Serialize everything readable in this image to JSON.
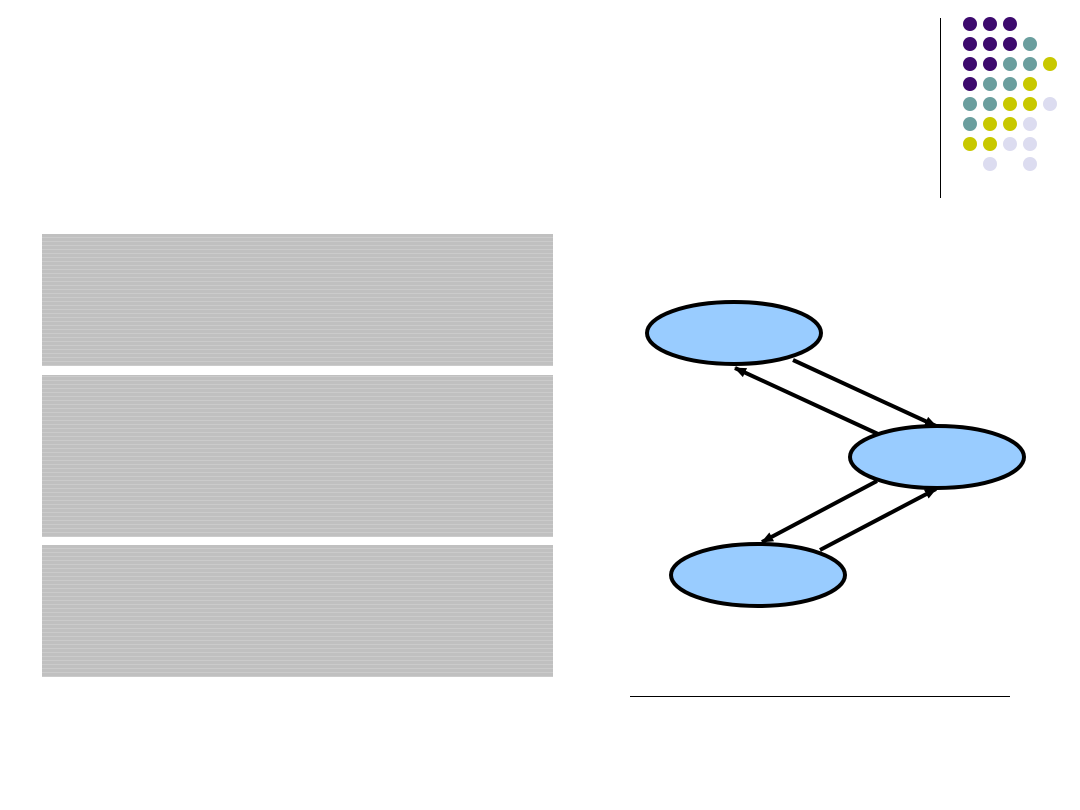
{
  "slide": {
    "title": "",
    "panels": [
      {
        "text": ""
      },
      {
        "text": ""
      },
      {
        "text": ""
      }
    ],
    "caption": ""
  },
  "diagram": {
    "nodes": [
      {
        "id": "top",
        "label": ""
      },
      {
        "id": "middle",
        "label": ""
      },
      {
        "id": "bottom",
        "label": ""
      }
    ],
    "node_fill": "#99ccff",
    "node_stroke": "#000000",
    "edges": [
      {
        "from": "top",
        "to": "middle"
      },
      {
        "from": "middle",
        "to": "top"
      },
      {
        "from": "middle",
        "to": "bottom"
      },
      {
        "from": "bottom",
        "to": "middle"
      }
    ]
  },
  "decoration": {
    "dot_colors": {
      "purple": "#3d0a6e",
      "teal": "#6a9e9e",
      "yellow": "#c8c800",
      "lavender": "#dcdcf0"
    }
  },
  "colors": {
    "panel_bg": "#c0c0c0",
    "background": "#ffffff"
  }
}
